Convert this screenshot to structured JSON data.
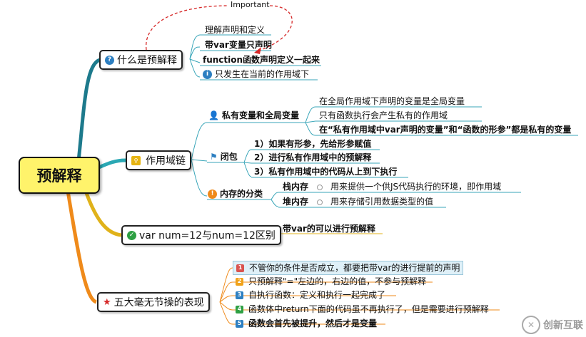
{
  "root": "预解释",
  "annotation": "Important",
  "branch1": {
    "title": "什么是预解释",
    "items": [
      "理解声明和定义",
      "带var变量只声明",
      "function函数声明定义一起来",
      "只发生在当前的作用域下"
    ]
  },
  "branch2": {
    "title": "作用域链",
    "private": {
      "title": "私有变量和全局变量",
      "items": [
        "在全局作用域下声明的变量是全局变量",
        "只有函数执行会产生私有的作用域",
        "在“私有作用域中var声明的变量”和“函数的形参”都是私有的变量"
      ]
    },
    "closure": {
      "title": "闭包",
      "items": [
        "1）如果有形参，先给形参赋值",
        "2）进行私有作用域中的预解释",
        "3）私有作用域中的代码从上到下执行"
      ]
    },
    "memory": {
      "title": "内存的分类",
      "items": [
        {
          "name": "栈内存",
          "desc": "用来提供一个供JS代码执行的环境，即作用域"
        },
        {
          "name": "堆内存",
          "desc": "用来存储引用数据类型的值"
        }
      ]
    }
  },
  "branch3": {
    "title": "var num=12与num=12区别",
    "item": "带var的可以进行预解释"
  },
  "branch4": {
    "title": "五大毫无节操的表现",
    "items": [
      {
        "n": "1",
        "text": "不管你的条件是否成立，都要把带var的进行提前的声明"
      },
      {
        "n": "2",
        "text": "只预解释\"=\"左边的，右边的值，不参与预解释"
      },
      {
        "n": "3",
        "text": "自执行函数：定义和执行一起完成了"
      },
      {
        "n": "4",
        "text": "函数体中return下面的代码虽不再执行了，但是需要进行预解释"
      },
      {
        "n": "5",
        "text": "函数会首先被提升，然后才是变量"
      }
    ]
  },
  "watermark": "创新互联"
}
